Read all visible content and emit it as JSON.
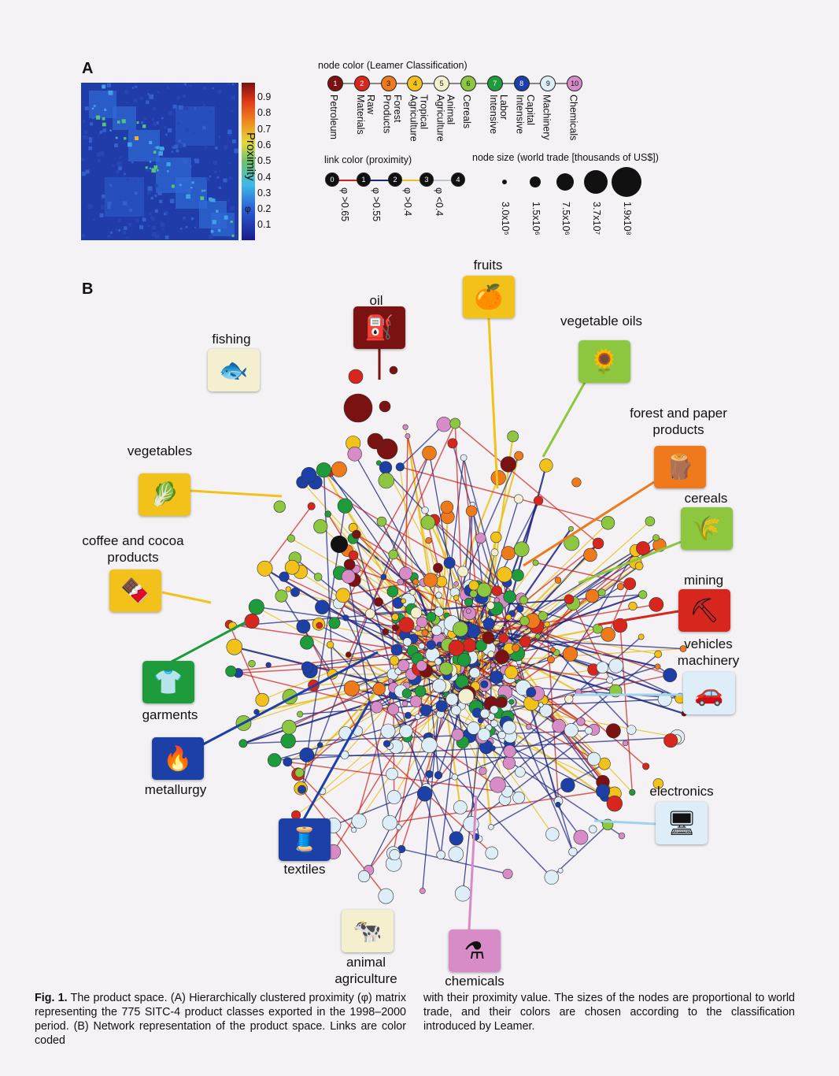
{
  "panelA": {
    "letter": "A",
    "colorbar_ticks": [
      "0.9",
      "0.8",
      "0.7",
      "0.6",
      "0.5",
      "0.4",
      "0.3",
      "0.2",
      "0.1"
    ],
    "colorbar_title": "Proximity",
    "colorbar_symbol": "φ"
  },
  "legend": {
    "node_color_title": "node color (Leamer Classification)",
    "classes": [
      {
        "num": "1",
        "label": "Petroleum",
        "color": "#7a1212"
      },
      {
        "num": "2",
        "label": "Raw\nMaterials",
        "color": "#d7261e"
      },
      {
        "num": "3",
        "label": "Forest\nProducts",
        "color": "#ee7a1c"
      },
      {
        "num": "4",
        "label": "Tropical\nAgriculture",
        "color": "#f2c21b"
      },
      {
        "num": "5",
        "label": "Animal\nAgriculture",
        "color": "#f4f0cf"
      },
      {
        "num": "6",
        "label": "Cereals",
        "color": "#8dc63f"
      },
      {
        "num": "7",
        "label": "Labor\nIntensive",
        "color": "#1e9b3a"
      },
      {
        "num": "8",
        "label": "Capital\nIntensive",
        "color": "#1d3fa8"
      },
      {
        "num": "9",
        "label": "Machinery",
        "color": "#ddeef8"
      },
      {
        "num": "10",
        "label": "Chemicals",
        "color": "#d78cc8"
      }
    ],
    "link_color_title": "link color (proximity)",
    "links": [
      {
        "num": "0",
        "label": "φ >0.65",
        "color": "#c8201c"
      },
      {
        "num": "1",
        "label": "φ >0.55",
        "color": "#1a237e"
      },
      {
        "num": "2",
        "label": "φ >0.4",
        "color": "#e8c21e"
      },
      {
        "num": "3",
        "label": "φ <0.4",
        "color": "#bfc4d0"
      },
      {
        "num": "4",
        "label": "",
        "color": "#bfc4d0"
      }
    ],
    "node_size_title": "node size (world trade [thousands of US$])",
    "sizes": [
      "3.0x10⁵",
      "1.5x10⁶",
      "7.5x10⁶",
      "3.7x10⁷",
      "1.9x10⁸"
    ]
  },
  "panelB": {
    "letter": "B",
    "categories": [
      {
        "id": "fruits",
        "label": "fruits",
        "icon": "orange-icon",
        "glyph": "🍊",
        "bg": "#f2c21b"
      },
      {
        "id": "oil",
        "label": "oil",
        "icon": "oil-derrick-icon",
        "glyph": "⛽",
        "bg": "#7a1212"
      },
      {
        "id": "fishing",
        "label": "fishing",
        "icon": "fish-icon",
        "glyph": "🐟",
        "bg": "#f4f0cf"
      },
      {
        "id": "vegetable-oils",
        "label": "vegetable oils",
        "icon": "sunflower-icon",
        "glyph": "🌻",
        "bg": "#8dc63f"
      },
      {
        "id": "forest",
        "label": "forest and paper\nproducts",
        "icon": "logs-icon",
        "glyph": "🪵",
        "bg": "#ee7a1c"
      },
      {
        "id": "vegetables",
        "label": "vegetables",
        "icon": "lettuce-icon",
        "glyph": "🥬",
        "bg": "#f2c21b"
      },
      {
        "id": "cereals",
        "label": "cereals",
        "icon": "wheat-icon",
        "glyph": "🌾",
        "bg": "#8dc63f"
      },
      {
        "id": "coffee",
        "label": "coffee and cocoa\nproducts",
        "icon": "chocolate-icon",
        "glyph": "🍫",
        "bg": "#f2c21b"
      },
      {
        "id": "mining",
        "label": "mining",
        "icon": "mine-cart-icon",
        "glyph": "⛏",
        "bg": "#d7261e"
      },
      {
        "id": "vehicles",
        "label": "vehicles\nmachinery",
        "icon": "car-icon",
        "glyph": "🚗",
        "bg": "#ddeef8"
      },
      {
        "id": "garments",
        "label": "garments",
        "icon": "sweater-icon",
        "glyph": "👕",
        "bg": "#1e9b3a"
      },
      {
        "id": "metallurgy",
        "label": "metallurgy",
        "icon": "ladle-icon",
        "glyph": "🔥",
        "bg": "#1d3fa8"
      },
      {
        "id": "electronics",
        "label": "electronics",
        "icon": "computer-icon",
        "glyph": "🖥",
        "bg": "#ddeef8"
      },
      {
        "id": "textiles",
        "label": "textiles",
        "icon": "fabric-icon",
        "glyph": "🧵",
        "bg": "#1d3fa8"
      },
      {
        "id": "animal",
        "label": "animal\nagriculture",
        "icon": "cow-icon",
        "glyph": "🐄",
        "bg": "#f4f0cf"
      },
      {
        "id": "chemicals",
        "label": "chemicals",
        "icon": "flask-icon",
        "glyph": "⚗",
        "bg": "#d78cc8"
      }
    ]
  },
  "caption": {
    "fig_label": "Fig. 1.",
    "left_text": " The product space. (A) Hierarchically clustered proximity (φ) matrix representing the 775 SITC-4 product classes exported in the 1998–2000 period. (B) Network representation of the product space. Links are color coded",
    "right_text": "with their proximity value. The sizes of the nodes are proportional to world trade, and their colors are chosen according to the classification introduced by Leamer."
  }
}
